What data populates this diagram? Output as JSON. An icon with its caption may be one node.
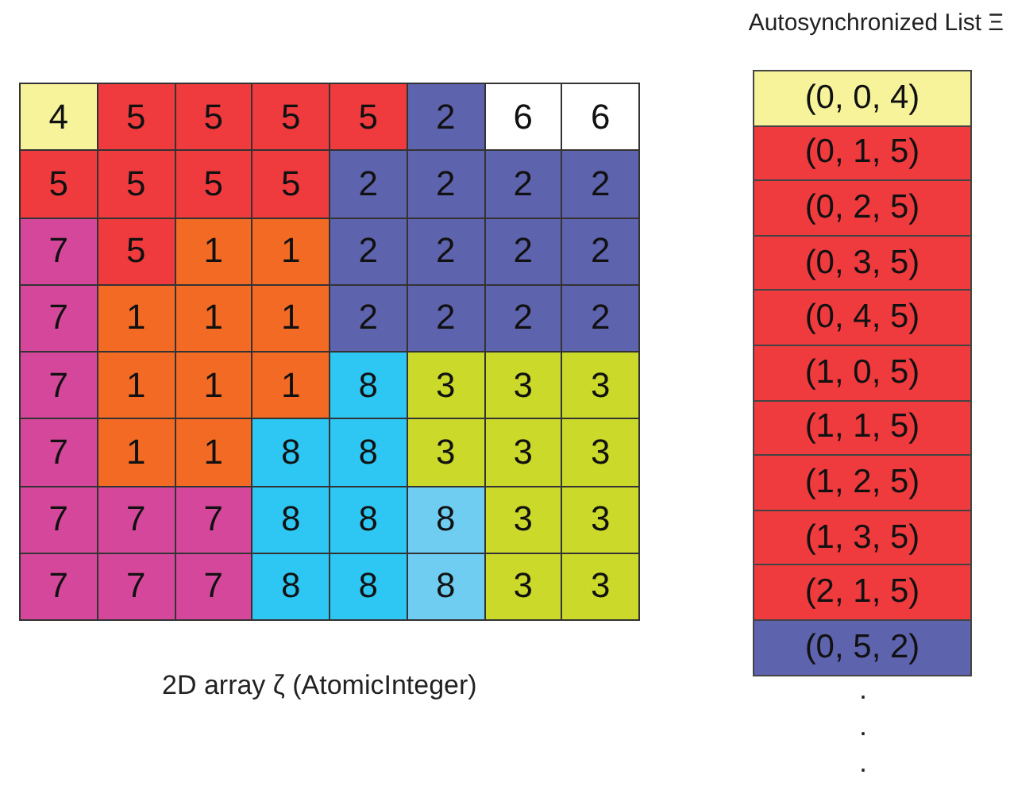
{
  "diagram": {
    "title": "Autosynchronized List Ξ",
    "caption": "2D array ζ (AtomicInteger)",
    "nodes": [
      {
        "text": [
          "(0, 0, 4)"
        ]
      },
      {
        "text": [
          "(0, 1, 5)"
        ]
      },
      {
        "text": [
          "(0, 2, 5)"
        ]
      },
      {
        "text": [
          "(0, 3, 5)"
        ]
      },
      {
        "text": [
          "(0, 4, 5)"
        ]
      },
      {
        "text": [
          "(1, 0, 5)"
        ]
      },
      {
        "text": [
          "(1, 1, 5)"
        ]
      },
      {
        "text": [
          "(1, 2, 5)"
        ]
      },
      {
        "text": [
          "(1, 3, 5)"
        ]
      },
      {
        "text": [
          "(2, 1, 5)"
        ]
      },
      {
        "text": [
          "(0, 5, 2)"
        ]
      }
    ],
    "labels": [
      "4",
      "5",
      "5",
      "5",
      "5",
      "2",
      "6",
      "6",
      "5",
      "5",
      "5",
      "5",
      "2",
      "2",
      "2",
      "2",
      "7",
      "5",
      "1",
      "1",
      "2",
      "2",
      "2",
      "2",
      "7",
      "1",
      "1",
      "1",
      "2",
      "2",
      "2",
      "2",
      "7",
      "1",
      "1",
      "1",
      "8",
      "3",
      "3",
      "3",
      "7",
      "1",
      "1",
      "8",
      "8",
      "3",
      "3",
      "3",
      "7",
      "7",
      "7",
      "8",
      "8",
      "8",
      "3",
      "3",
      "7",
      "7",
      "7",
      "8",
      "8",
      "8",
      "3",
      "3",
      ".",
      ".",
      "."
    ]
  }
}
